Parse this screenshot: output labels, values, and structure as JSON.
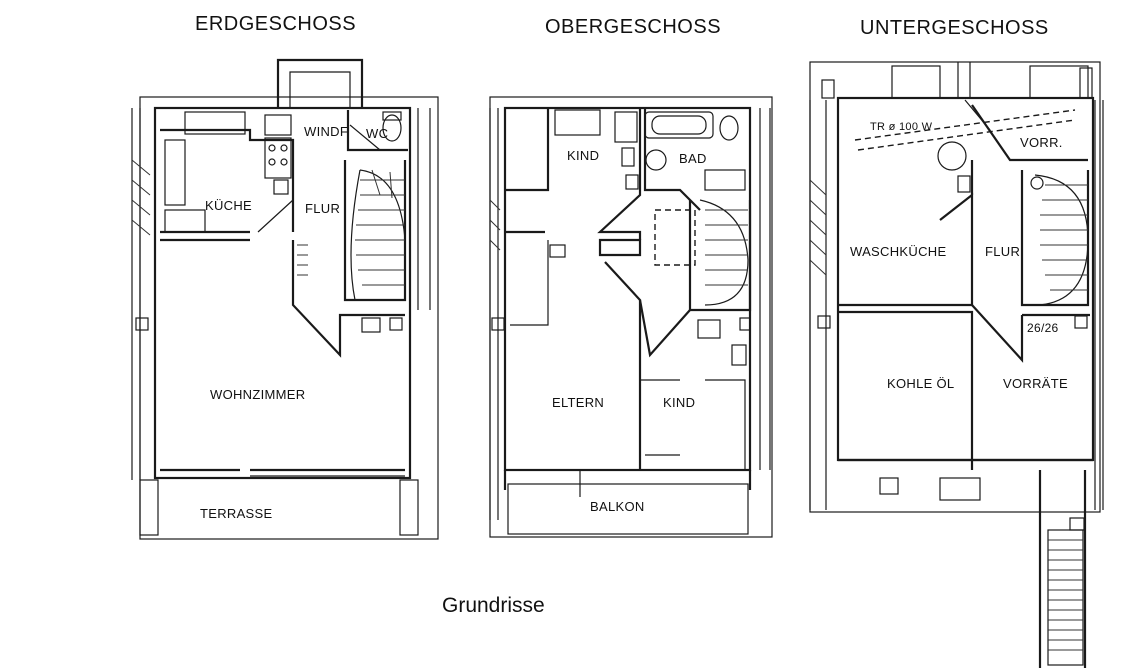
{
  "titles": {
    "ground": "ERDGESCHOSS",
    "upper": "OBERGESCHOSS",
    "basement": "UNTERGESCHOSS"
  },
  "caption": "Grundrisse",
  "ground_rooms": {
    "windf": "WINDF",
    "wc": "WC",
    "kueche": "KÜCHE",
    "flur": "FLUR",
    "wohnzimmer": "WOHNZIMMER",
    "terrasse": "TERRASSE"
  },
  "upper_rooms": {
    "kind1": "KIND",
    "bad": "BAD",
    "eltern": "ELTERN",
    "kind2": "KIND",
    "balkon": "BALKON"
  },
  "basement_rooms": {
    "pipe": "TR ø 100 W",
    "vorr": "VORR.",
    "waschkueche": "WASCHKÜCHE",
    "flur": "FLUR",
    "kohle": "KOHLE ÖL",
    "vorraete": "VORRÄTE",
    "stair_ratio": "26/26"
  }
}
